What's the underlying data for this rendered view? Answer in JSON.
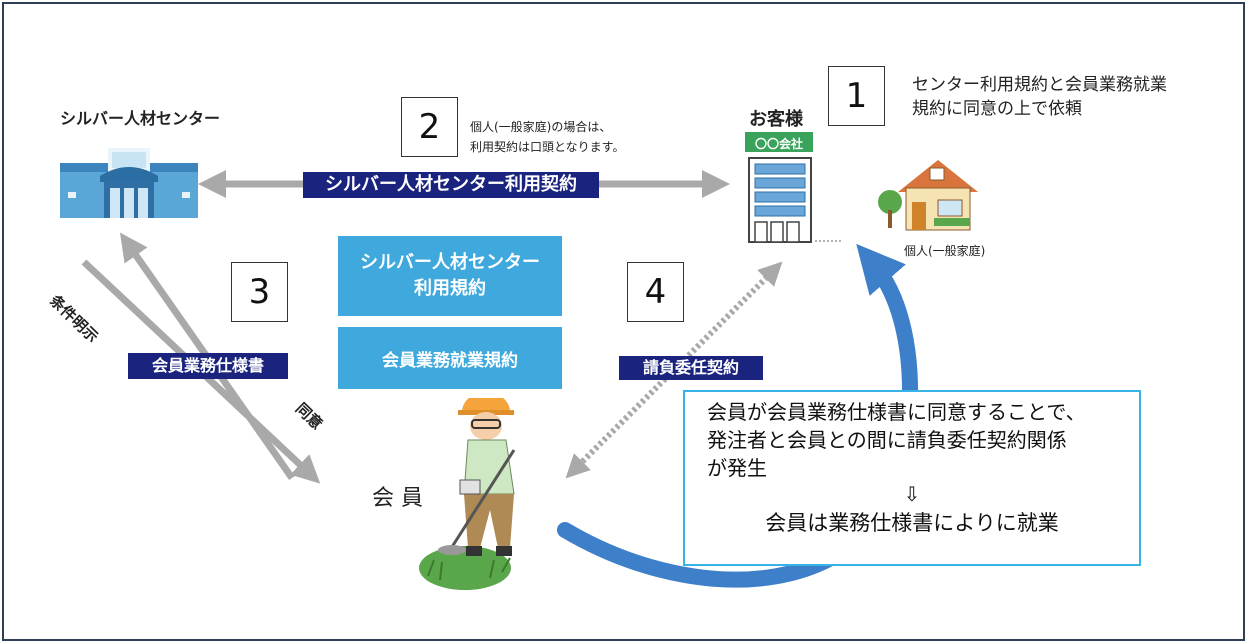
{
  "center_title": "シルバー人材センター",
  "labels": {
    "utilization_contract": "シルバー人材センター利用契約",
    "member_spec": "会員業務仕様書",
    "subcontract": "請負委任契約",
    "conditions": "条件明示",
    "agree": "同意"
  },
  "rules_box": {
    "line1": "シルバー人材センター",
    "line2": "利用規約",
    "work_rules": "会員業務就業規約"
  },
  "numbers": [
    "1",
    "2",
    "3",
    "4"
  ],
  "notes": {
    "n1_line1": "センター利用規約と会員業務就業",
    "n1_line2": "規約に同意の上で依頼",
    "n2_line1": "個人(一般家庭)の場合は、",
    "n2_line2": "利用契約は口頭となります。"
  },
  "customer": {
    "title": "お客様",
    "company_sign": "〇〇会社",
    "individual": "個人(一般家庭)"
  },
  "member": "会 員",
  "callout": {
    "line1": "会員が会員業務仕様書に同意することで、",
    "line2": "発注者と会員との間に請負委任契約関係",
    "line3": "が発生",
    "arrow": "⇩",
    "line4": "会員は業務仕様書によりに就業"
  },
  "colors": {
    "navy": "#1a237e",
    "light_blue": "#3fa9dd",
    "callout_border": "#38b3e8",
    "arrow_blue": "#3d7fc8",
    "frame": "#2f3d57"
  }
}
